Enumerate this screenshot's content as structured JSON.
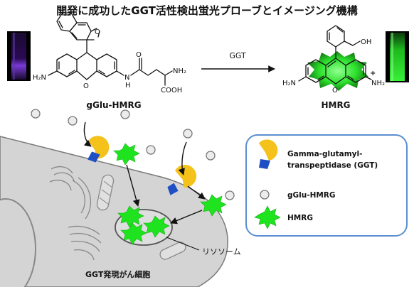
{
  "title": "開発に成功したGGT活性検出蛍光プローブとイメージング機構",
  "reaction": {
    "arrow_label": "GGT",
    "probe_name": "gGlu-HMRG",
    "product_name": "HMRG"
  },
  "probe_atoms": {
    "h2n": "H₂N",
    "ring_o": "O",
    "xanthene_o": "O",
    "nh": "N",
    "nh_h": "H",
    "carbonyl_o": "O",
    "nh2": "NH₂",
    "cooh": "COOH"
  },
  "product_atoms": {
    "oh": "OH",
    "h2n": "H₂N",
    "xanthene_o": "O",
    "nh2": "NH₂",
    "plus": "+"
  },
  "legend": {
    "ggt_label_line1": "Gamma-glutamyl-",
    "ggt_label_line2": "transpeptidase (GGT)",
    "probe_label": "gGlu-HMRG",
    "product_label": "HMRG"
  },
  "cell": {
    "lysosome_label": "リソソーム",
    "cell_label": "GGT発現がん細胞"
  },
  "colors": {
    "ggt_yellow": "#f4c21b",
    "ggt_blue": "#1f4fc4",
    "fluor_green": "#1fe31f",
    "cell_fill": "#d4d4d4",
    "legend_border": "#5b8fd0",
    "probe_circle": "#ececec"
  }
}
